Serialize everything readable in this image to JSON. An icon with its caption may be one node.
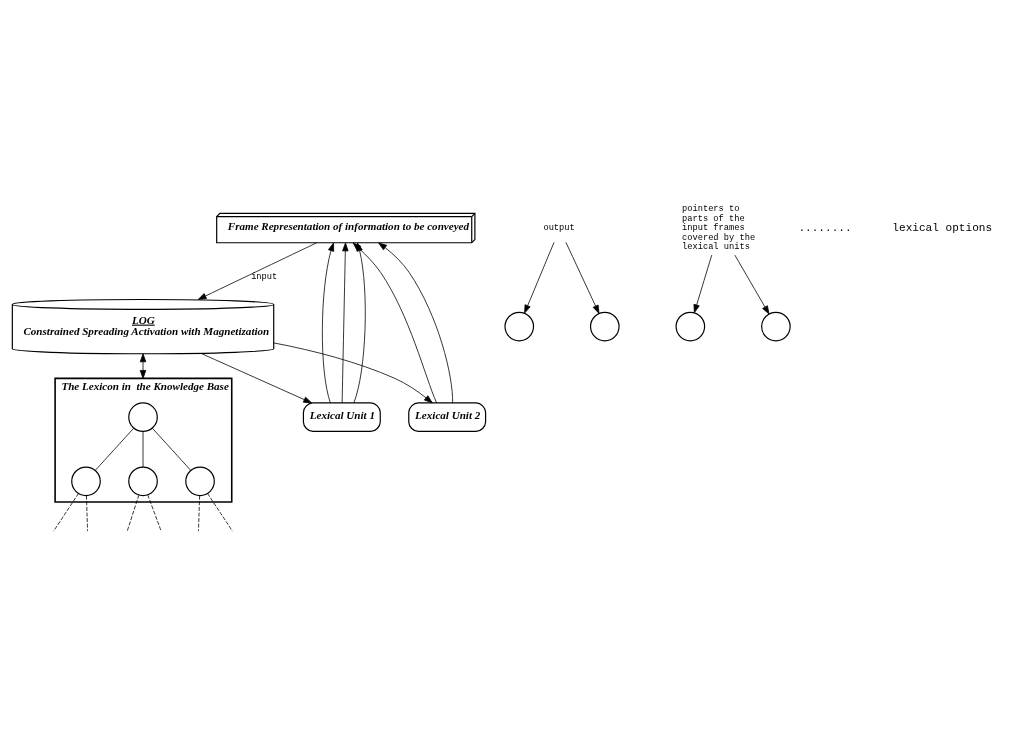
{
  "diagram": {
    "nodes": [
      {
        "text": [
          "Frame Representation of information to be conveyed"
        ]
      },
      {
        "text": [
          "LOG",
          "Constrained Spreading Activation with Magnetization"
        ]
      },
      {
        "text": [
          "The Lexicon in  the Knowledge Base"
        ]
      },
      {
        "text": [],
        "shape": "circle",
        "in": 2
      },
      {
        "text": [],
        "shape": "circle",
        "in": 2
      },
      {
        "text": [],
        "shape": "circle",
        "in": 2
      },
      {
        "text": [],
        "shape": "circle",
        "in": 2
      },
      {
        "text": [
          "pointers to parts of the input frames covered by the lexical units"
        ]
      },
      {
        "text": [
          "output"
        ]
      },
      {
        "text": [],
        "shape": "circle"
      },
      {
        "text": [],
        "shape": "circle"
      },
      {
        "text": [],
        "shape": "circle"
      },
      {
        "text": [],
        "shape": "circle"
      },
      {
        "text": [
          "Lexical Unit 1"
        ]
      },
      {
        "text": [
          "Lexical Unit 2"
        ]
      }
    ],
    "edges": [
      {
        "from": 0,
        "to": 1,
        "arrow": "to",
        "label": "input"
      },
      {
        "from": 1,
        "to": 2,
        "arrow": "both"
      },
      {
        "from": 3,
        "to": 4,
        "arrow": "none"
      },
      {
        "from": 3,
        "to": 5,
        "arrow": "none"
      },
      {
        "from": 3,
        "to": 6,
        "arrow": "none"
      },
      {
        "from": 4,
        "to": null,
        "arrow": "none",
        "style": "dashed"
      },
      {
        "from": 4,
        "to": null,
        "arrow": "none",
        "style": "dashed"
      },
      {
        "from": 5,
        "to": null,
        "arrow": "none",
        "style": "dashed"
      },
      {
        "from": 5,
        "to": null,
        "arrow": "none",
        "style": "dashed"
      },
      {
        "from": 6,
        "to": null,
        "arrow": "none",
        "style": "dashed"
      },
      {
        "from": 6,
        "to": null,
        "arrow": "none",
        "style": "dashed"
      },
      {
        "from": 1,
        "to": 13,
        "arrow": "to"
      },
      {
        "from": 1,
        "to": 14,
        "arrow": "to"
      },
      {
        "from": 8,
        "to": 9,
        "arrow": "to"
      },
      {
        "from": 8,
        "to": 10,
        "arrow": "to"
      },
      {
        "from": 13,
        "to": 0,
        "arrow": "to"
      },
      {
        "from": 13,
        "to": 0,
        "arrow": "to"
      },
      {
        "from": 13,
        "to": 0,
        "arrow": "to"
      },
      {
        "from": 14,
        "to": 0,
        "arrow": "to"
      },
      {
        "from": 14,
        "to": 0,
        "arrow": "to"
      },
      {
        "from": 7,
        "to": 12,
        "arrow": "to"
      },
      {
        "from": 7,
        "to": 11,
        "arrow": "to"
      }
    ],
    "labels": [
      "........",
      "lexical options"
    ]
  }
}
